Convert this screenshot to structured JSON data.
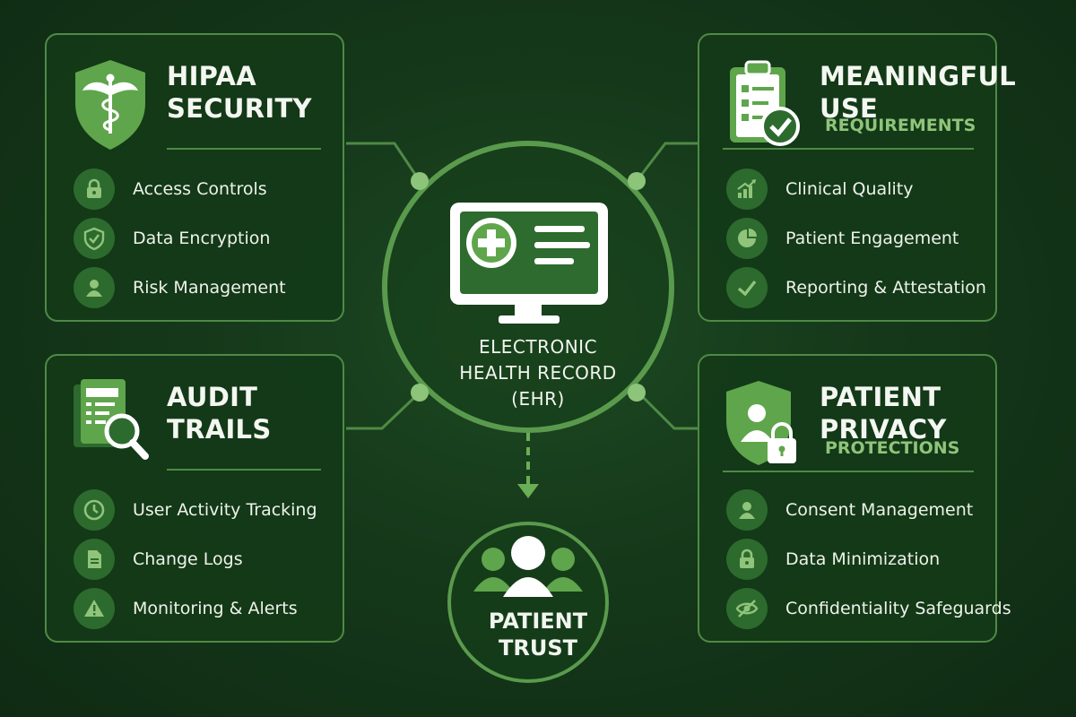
{
  "center": {
    "title_lines": [
      "ELECTRONIC",
      "HEALTH RECORD",
      "(EHR)"
    ],
    "icon": "monitor-medical-cross-icon"
  },
  "trust": {
    "title_lines": [
      "PATIENT",
      "TRUST"
    ],
    "icon": "patient-group-icon"
  },
  "cards": {
    "hipaa": {
      "title_lines": [
        "HIPAA",
        "SECURITY"
      ],
      "icon": "shield-caduceus-icon",
      "items": [
        {
          "label": "Access Controls",
          "icon": "lock-icon"
        },
        {
          "label": "Data Encryption",
          "icon": "shield-check-icon"
        },
        {
          "label": "Risk Management",
          "icon": "person-icon"
        }
      ]
    },
    "meaningful_use": {
      "title_lines": [
        "MEANINGFUL",
        "USE"
      ],
      "subtitle": "REQUIREMENTS",
      "icon": "clipboard-check-icon",
      "items": [
        {
          "label": "Clinical Quality",
          "icon": "bar-chart-up-icon"
        },
        {
          "label": "Patient Engagement",
          "icon": "pie-chart-icon"
        },
        {
          "label": "Reporting & Attestation",
          "icon": "checkmark-icon"
        }
      ]
    },
    "audit": {
      "title_lines": [
        "AUDIT",
        "TRAILS"
      ],
      "icon": "document-magnifier-icon",
      "items": [
        {
          "label": "User Activity Tracking",
          "icon": "clock-icon"
        },
        {
          "label": "Change Logs",
          "icon": "document-icon"
        },
        {
          "label": "Monitoring & Alerts",
          "icon": "warning-icon"
        }
      ]
    },
    "privacy": {
      "title_lines": [
        "PATIENT",
        "PRIVACY"
      ],
      "subtitle": "PROTECTIONS",
      "icon": "shield-person-lock-icon",
      "items": [
        {
          "label": "Consent Management",
          "icon": "person-icon"
        },
        {
          "label": "Data Minimization",
          "icon": "lock-icon"
        },
        {
          "label": "Confidentiality Safeguards",
          "icon": "eye-slash-icon"
        }
      ]
    }
  },
  "colors": {
    "background": "#15381a",
    "card_border": "#4f8a45",
    "accent_light": "#8fc47a",
    "icon_circle": "#2d6a2e",
    "icon_green": "#5fa54c",
    "text": "#f2f5ef"
  }
}
